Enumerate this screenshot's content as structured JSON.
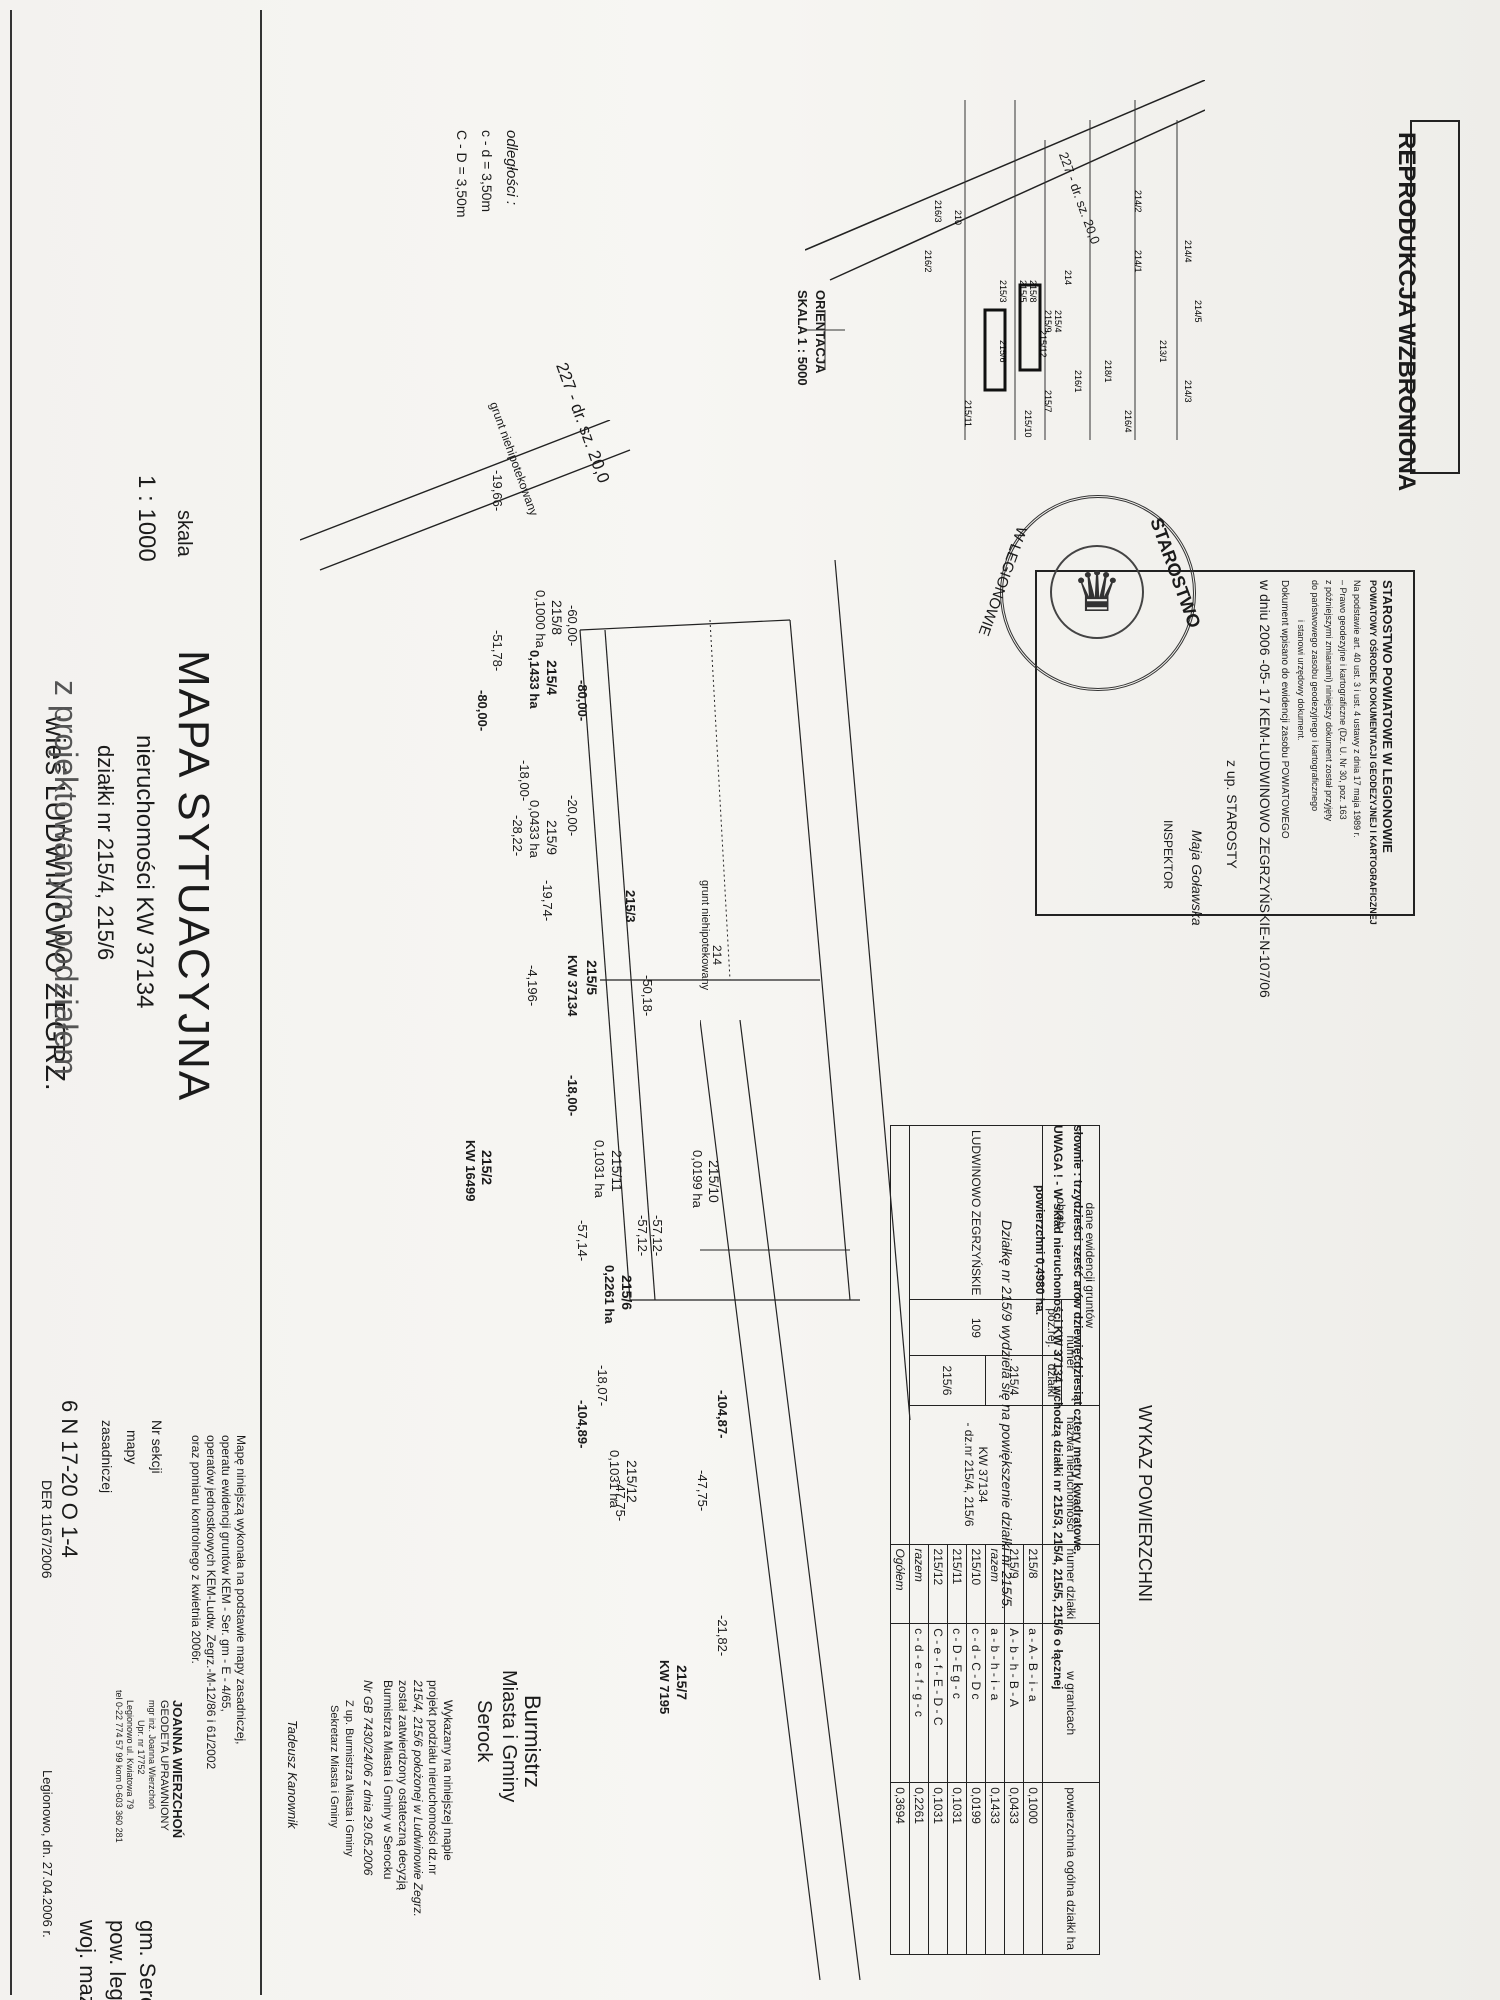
{
  "header_banner": "REPRODUKCJA WZBRONIONA",
  "location": {
    "woj": "woj. mazowieckie",
    "pow": "pow. legionowski",
    "gm": "gm. Serock",
    "village": "wieś LUDWINOWO ZEGRZ."
  },
  "scale": {
    "label": "skala",
    "value": "1 : 1000"
  },
  "title": {
    "main": "MAPA SYTUACYJNA",
    "line1": "nieruchomości KW 37134",
    "line2": "działki nr 215/4, 215/6",
    "line3": "z projektowanym podziałem"
  },
  "sheet": {
    "label1": "Nr sekcji",
    "label2": "mapy",
    "label3": "zasadniczej",
    "value": "6 N 17-20 O 1-4"
  },
  "der": "DER 1167/2006",
  "orientation": {
    "line1": "ORIENTACJA",
    "line2": "SKALA 1 : 5000"
  },
  "distances": {
    "title": "odległości :",
    "l1": "c - d = 3,50m",
    "l2": "C - D = 3,50m"
  },
  "road_label": "227 - dr. sz. 20,0",
  "inset_road": "227 - dr. sz. 20,0",
  "grunt_top": "grunt niehipotekowany",
  "grunt_mid": "grunt niehipotekowany",
  "parcel_214": "214",
  "parcels": {
    "p2158": {
      "num": "215/8",
      "area": "0,1000 ha"
    },
    "p2154": {
      "num": "215/4",
      "area": "0,1433 ha"
    },
    "p2159": {
      "num": "215/9",
      "area": "0,0433 ha"
    },
    "p2153": "215/3",
    "p2155": {
      "num": "215/5",
      "kw": "KW 37134"
    },
    "p21510": {
      "num": "215/10",
      "area": "0,0199 ha"
    },
    "p21511": {
      "num": "215/11",
      "area": "0,1031 ha"
    },
    "p2156": {
      "num": "215/6",
      "area": "0,2261 ha"
    },
    "p21512": {
      "num": "215/12",
      "area": "0,1031 ha"
    },
    "p2152": {
      "num": "215/2",
      "kw": "KW 16499"
    },
    "p2157": {
      "num": "215/7",
      "kw": "KW 7195"
    }
  },
  "measures": [
    "-80,00-",
    "-60,00-",
    "-20,00-",
    "-18,00-",
    "-28,22-",
    "-51,78-",
    "-80,00-",
    "-19,66-",
    "-50,18-",
    "-18,00-",
    "-4,196-",
    "-19,74-",
    "-57,12-",
    "-57,12-",
    "-57,14-",
    "-18,07-",
    "-104,87-",
    "-104,89-",
    "-47,75-",
    "-47,75-",
    "-21,82-"
  ],
  "wykaz": {
    "title": "WYKAZ POWIERZCHNI",
    "head_dane": "dane ewidencji gruntów",
    "head_numer": "numer",
    "head_obreb": "obręb",
    "head_pozrej": "poz.rej.",
    "head_dzialki": "działki",
    "head_nazwa": "nazwa nieruchomości",
    "head_nr_dz": "numer działki",
    "head_granice": "w granicach",
    "head_pow": "powierzchnia ogólna działki ha",
    "obreb": "LUDWINOWO ZEGRZYŃSKIE",
    "pozrej": "109",
    "dz1": "215/4",
    "dz2": "215/6",
    "nazwa1": "KW 37134",
    "nazwa2": "- dz.nr 215/4, 215/6",
    "rows": [
      {
        "n": "215/8",
        "g": "a - A - B - i - a",
        "p": "0,1000"
      },
      {
        "n": "215/9",
        "g": "A - b - h - B - A",
        "p": "0,0433"
      },
      {
        "n": "razem",
        "g": "a - b - h - i - a",
        "p": "0,1433"
      },
      {
        "n": "215/10",
        "g": "c - d - C - D c",
        "p": "0,0199"
      },
      {
        "n": "215/11",
        "g": "c - D - E g - c",
        "p": "0,1031"
      },
      {
        "n": "215/12",
        "g": "C - e - f - E - D - C",
        "p": "0,1031"
      },
      {
        "n": "razem",
        "g": "c - d - e - f - g - c",
        "p": "0,2261"
      },
      {
        "n": "Ogółem",
        "g": "",
        "p": "0,3694"
      }
    ]
  },
  "slownie": "słownie : trzydzieści sześć arów dziewięćdziesiąt cztery metry kwadratowe.",
  "uwaga1": "UWAGA ! - W skład nieruchomości KW 37134 wchodzą działki nr 215/3, 215/4, 215/5, 215/6 o łącznej",
  "uwaga2": "powierzchni 0,4980 ha.",
  "dzialke_note": "Działkę nr 215/9 wydziela się na powiększenie działki nr 215/5.",
  "starostwo": {
    "l1": "STAROSTWO POWIATOWE W LEGIONOWIE",
    "l2": "POWIATOWY OŚRODEK DOKUMENTACJI GEODEZYJNEJ I KARTOGRAFICZNEJ",
    "l3": "Na podstawie art. 40 ust. 3 i ust. 4 ustawy z dnia 17 maja 1989 r.",
    "l4": "– Prawo geodezyjne i kartograficzne (Dz. U. Nr 30, poz. 163",
    "l5": "z późniejszymi zmianami) niniejszy dokument został przyjęty",
    "l6": "do państwowego zasobu geodezyjnego i kartograficznego",
    "l7": "i stanowi urzędowy dokument.",
    "l8": "Dokument wpisano do ewidencji zasobu POWIATOWEGO",
    "l9": "w dniu 2006 -05- 17 KEM-LUDWINOWO ZEGRZYŃSKIE-N-107/06",
    "l10": "z up. STAROSTY",
    "l11": "Maja Goławska",
    "l12": "INSPEKTOR",
    "seal_top": "STAROSTWO",
    "seal_bottom": "W LEGIONOWIE"
  },
  "burmistrz": {
    "l1": "Burmistrz",
    "l2": "Miasta i Gminy",
    "l3": "Serock",
    "t1": "Wykazany na niniejszej mapie",
    "t2": "projekt podziału nieruchomości dz.nr",
    "t3": "215/4, 215/6 położonej w Ludwinowie Zegrz.",
    "t4": "został zatwierdzony ostateczną decyzją",
    "t5": "Burmistrza Miasta i Gminy w Serocku",
    "t6": "Nr GB 7430/24/06 z dnia 29.05.2006",
    "t7": "Z up. Burmistrza Miasta i Gminy",
    "t8": "Sekretarz Miasta i Gminy",
    "t9": "Tadeusz Kanownik"
  },
  "footer": {
    "f1": "Mapę niniejszą wykonała na podstawie mapy zasadniczej,",
    "f2": "operatu ewidencji gruntów KEM - Ser. gm - E - 4/65,",
    "f3": "operatów jednostkowych KEM-Ludw. Zegrz.-M-12/86 i 61/2002",
    "f4": "oraz pomiaru kontrolnego z kwietnia 2006r.",
    "f5": "JOANNA WIERZCHOŃ",
    "f6": "GEODETA UPRAWNIONY",
    "f7": "mgr inż. Joanna Wierzchoń",
    "f8": "Upr. nr 17752",
    "f9": "Legionowo ul. Kwiatowa 79",
    "f10": "tel 0-22 774 57 99 kom 0-603 360 281",
    "f11": "Legionowo, dn. 27.04.2006 r."
  },
  "inset_parcels": [
    "214/2",
    "214/1",
    "213/1",
    "218/1",
    "216/1",
    "215/7",
    "215/12",
    "215/6",
    "215/5",
    "215/3",
    "216/3",
    "216/2",
    "210",
    "214",
    "215/4",
    "215/8",
    "215/9",
    "215/10",
    "215/11",
    "216/4",
    "214/3",
    "214/5",
    "214/4"
  ]
}
